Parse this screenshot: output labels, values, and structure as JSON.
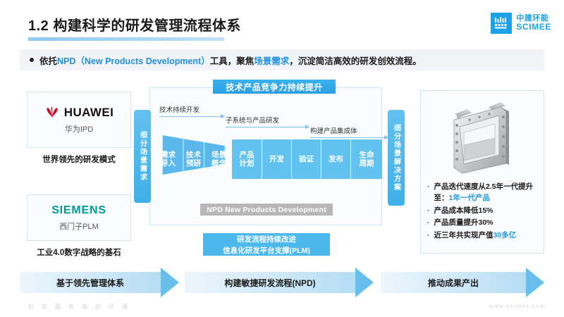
{
  "header": {
    "title": "1.2 构建科学的研发管理流程体系",
    "logo": {
      "cn": "中建环能",
      "en": "SCIMEE",
      "mark": "scimee-logo-icon",
      "color": "#1ca2e8"
    }
  },
  "subtitle": {
    "parts": [
      {
        "text": "依托",
        "highlight": false
      },
      {
        "text": "NPD（New Products Development）",
        "highlight": true
      },
      {
        "text": "工具，聚焦",
        "highlight": false
      },
      {
        "text": "场景需求",
        "highlight": true
      },
      {
        "text": "，沉淀简洁高效的研发创效流程。",
        "highlight": false
      }
    ]
  },
  "left_column": {
    "cards": [
      {
        "logo_name": "huawei-logo",
        "brand": "HUAWEI",
        "sub": "华为IPD",
        "caption": "世界领先的研发模式",
        "color": "#cf0a2c"
      },
      {
        "logo_name": "siemens-logo",
        "brand": "SIEMENS",
        "sub": "西门子PLM",
        "caption": "工业4.0数字战略的基石",
        "color": "#009999"
      }
    ]
  },
  "flow": {
    "banner": "技术产品竞争力持续提升",
    "left_bar": "细分场景需求",
    "right_bar": "细分场景解决方案",
    "annotations": [
      {
        "label": "技术持续开发"
      },
      {
        "label": "子系统与产品研发"
      },
      {
        "label": "构建产品集成体"
      }
    ],
    "stages": [
      {
        "line1": "需求",
        "line2": "导入"
      },
      {
        "line1": "技术",
        "line2": "预研"
      },
      {
        "line1": "场景",
        "line2": "概念"
      },
      {
        "line1": "产品",
        "line2": "计划"
      },
      {
        "line1": "开发",
        "line2": ""
      },
      {
        "line1": "验证",
        "line2": ""
      },
      {
        "line1": "发布",
        "line2": ""
      },
      {
        "line1": "生命",
        "line2": "周期"
      }
    ],
    "npd_tag": "NPD New Products Development",
    "process_bars": [
      "研发流程持续改进",
      "信息化研发平台支撑(PLM)"
    ]
  },
  "right_panel": {
    "image_name": "product-equipment-render",
    "bullets": [
      {
        "prefix": "产品迭代速度从2.5年一代提升至：",
        "highlight": "1年一代产品",
        "suffix": ""
      },
      {
        "prefix": "产品成本降低15%",
        "highlight": "",
        "suffix": ""
      },
      {
        "prefix": "产品质量提升30%",
        "highlight": "",
        "suffix": ""
      },
      {
        "prefix": "近三年共实现产值",
        "highlight": "30多亿",
        "suffix": ""
      }
    ]
  },
  "bottom_bands": [
    {
      "label": "基于领先管理体系"
    },
    {
      "label": "构建敏捷研发流程(NPD)"
    },
    {
      "label": "推动成果产出"
    }
  ],
  "footer": {
    "slogan": "科技服务美好环境",
    "website": "www.scimee.com"
  }
}
